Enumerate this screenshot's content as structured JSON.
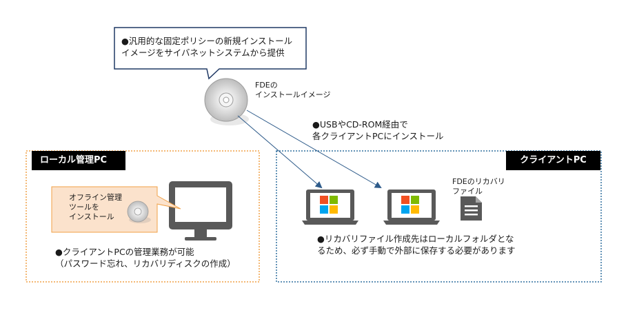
{
  "callout": {
    "line1": "●汎用的な固定ポリシーの新規インストール",
    "line2": "イメージをサイバネットシステムから提供"
  },
  "disc_label": {
    "line1": "FDEの",
    "line2": "インストールイメージ"
  },
  "install_note": {
    "line1": "●USBやCD-ROM経由で",
    "line2": "各クライアントPCにインストール"
  },
  "local_panel": {
    "title": "ローカル管理PC",
    "tool_box": {
      "line1": "オフライン管理",
      "line2": "ツールを",
      "line3": "インストール"
    },
    "note_line1": "●クライアントPCの管理業務が可能",
    "note_line2": "（パスワード忘れ、リカバリディスクの作成）"
  },
  "client_panel": {
    "title": "クライアントPC",
    "file_label": {
      "line1": "FDEのリカバリ",
      "line2": "ファイル"
    },
    "note_line1": "●リカバリファイル作成先はローカルフォルダとな",
    "note_line2": "るため、必ず手動で外部に保存する必要があります"
  },
  "colors": {
    "local_border": "#f0a046",
    "client_border": "#2e6f9e",
    "callout_border": "#1f3864",
    "arrow": "#2e5b8a",
    "tool_box_fill": "#fbe2cc",
    "win_red": "#f25022",
    "win_green": "#7fba00",
    "win_blue": "#00a4ef",
    "win_yellow": "#ffb900"
  }
}
